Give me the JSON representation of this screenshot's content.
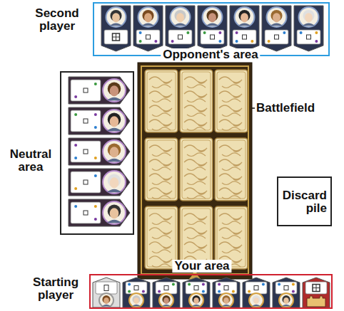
{
  "diagram": {
    "nodes": [
      {
        "text": [
          "Opponent's area"
        ]
      },
      {
        "text": [
          "Neutral area"
        ]
      },
      {
        "text": [
          "Discard pile"
        ]
      },
      {
        "text": [
          "Your area"
        ]
      }
    ],
    "labels": [
      "Second player",
      "Battlefield",
      "Starting player"
    ]
  }
}
